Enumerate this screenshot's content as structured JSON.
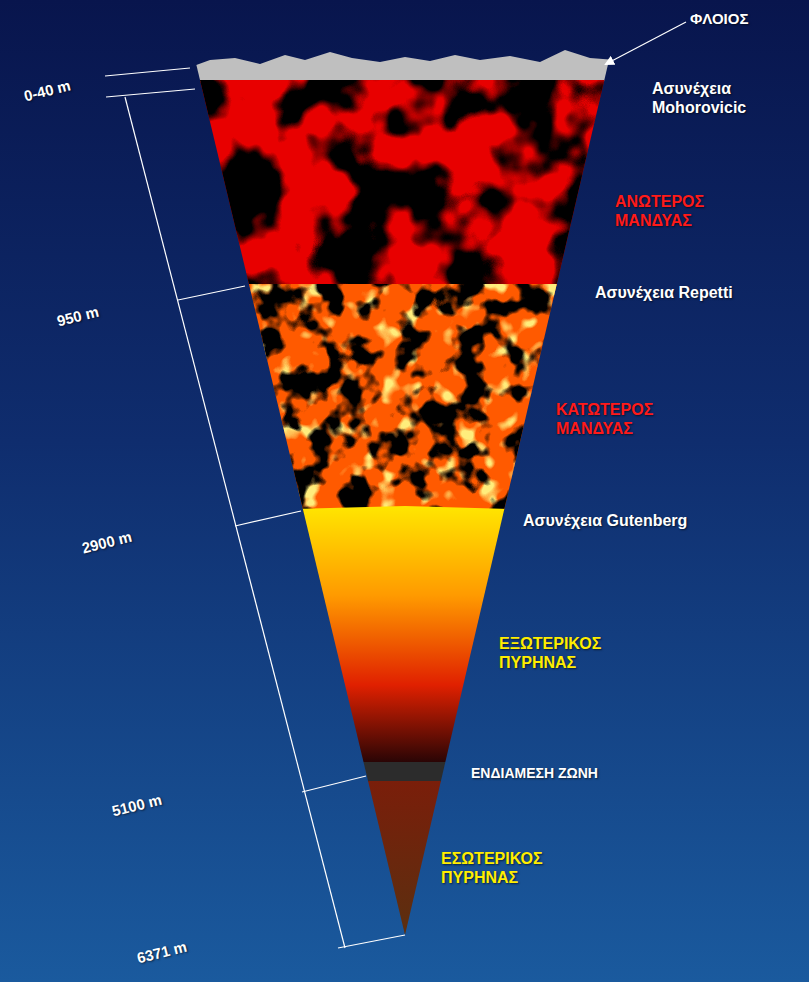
{
  "diagram": {
    "labels": [
      "ΦΛΟΙΟΣ",
      "Ασυνέχεια Mohorovicic",
      "ΑΝΩΤΕΡΟΣ ΜΑΝΔΥΑΣ",
      "Ασυνέχεια Repetti",
      "ΚΑΤΩΤΕΡΟΣ ΜΑΝΔΥΑΣ",
      "Ασυνέχεια Gutenberg",
      "ΕΞΩΤΕΡΙΚΟΣ ΠΥΡΗΝΑΣ",
      "ΕΝΔΙΑΜΕΣΗ ΖΩΝΗ",
      "ΕΣΩΤΕΡΙΚΟΣ ΠΥΡΗΝΑΣ",
      "0-40 m",
      "950 m",
      "2900 m",
      "5100 m",
      "6371 m"
    ]
  }
}
